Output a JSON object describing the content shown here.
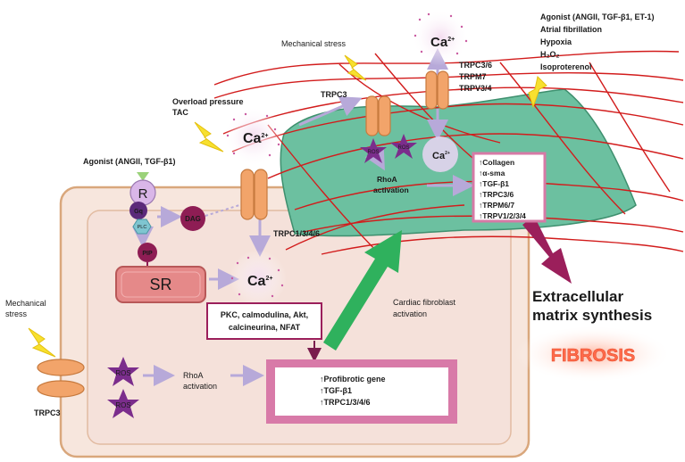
{
  "labels": {
    "mech_stress_top": "Mechanical stress",
    "trpc3_top": "TRPC3",
    "ca_top": "Ca",
    "ca_sup": "2+",
    "channels_top": [
      "TRPC3/6",
      "TRPM7",
      "TRPV3/4"
    ],
    "agonist_right": [
      "Agonist (ANGII,  TGF-β1, ET-1)",
      "Atrial fibrillation",
      "Hypoxia",
      "H₂O₂",
      "Isoproterenol"
    ],
    "overload": [
      "Overload pressure",
      "TAC"
    ],
    "ca_mid": "Ca",
    "agonist_left": "Agonist (ANGII,  TGF-β1)",
    "r": "R",
    "gq": "Gq",
    "plc": "PLC",
    "dag": "DAG",
    "pip": "PIP",
    "sr": "SR",
    "trpc_mid": "TRPC1/3/4/6",
    "ca_sr": "Ca",
    "ros": "ROS",
    "ca_fib": "Ca",
    "rhoa_fib": [
      "RhoA",
      "activation"
    ],
    "fib_box": [
      "↑Collagen",
      "↑α-sma",
      "↑TGF-β1",
      "↑TRPC3/6",
      "↑TRPM6/7",
      "↑TRPV1/2/3/4"
    ],
    "ecm": [
      "Extracellular",
      "matrix synthesis"
    ],
    "fibrosis": "FIBROSIS",
    "pkc_box": [
      "PKC, calmodulina, Akt,",
      "calcineurina, NFAT"
    ],
    "cf_act": [
      "Cardiac fibroblast",
      "activation"
    ],
    "mech_stress_left": [
      "Mechanical",
      "stress"
    ],
    "trpc3_left": "TRPC3",
    "rhoa_cell": [
      "RhoA",
      "activation"
    ],
    "gene_box": [
      "↑Profibrotic gene",
      "↑TGF-β1",
      "↑TRPC1/3/4/6"
    ]
  },
  "colors": {
    "cell_fill": "#f7e6dd",
    "cell_border": "#d9a77c",
    "fibroblast": "#6cc0a0",
    "fiber": "#d21c1c",
    "channel": "#f2a46a",
    "ros_star": "#7b2d8c",
    "arrow_light": "#b7a9d9",
    "arrow_green": "#2fb15d",
    "arrow_maroon": "#9b1f5b",
    "box_border": "#d67aa6",
    "sr_fill": "#e58989",
    "fibrosis_text": "#ff6a4a"
  }
}
